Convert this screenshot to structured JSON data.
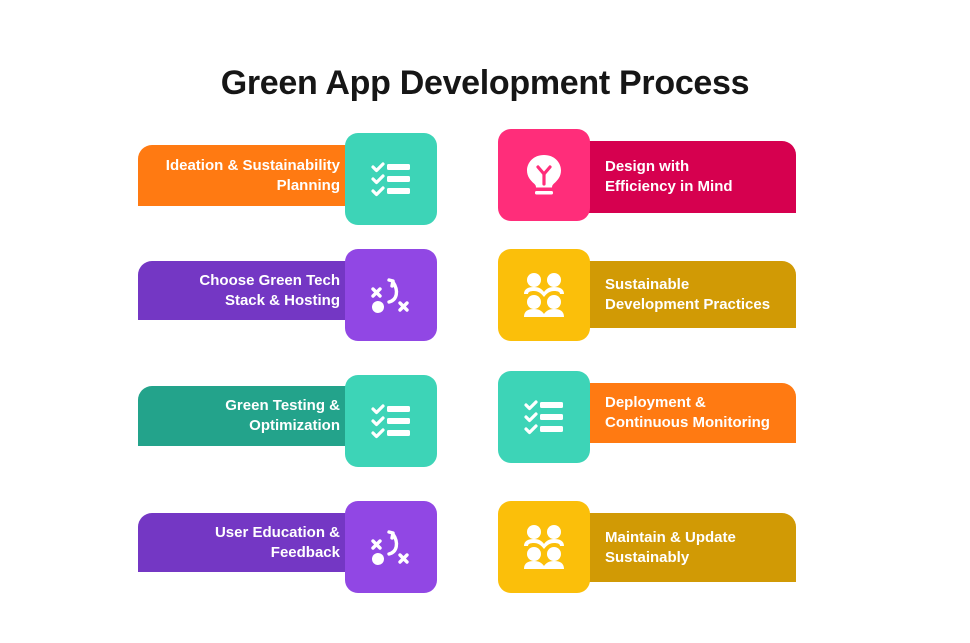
{
  "title": "Green App Development Process",
  "colors": {
    "orange": "#FF7A12",
    "teal_box": "#3DD4B7",
    "teal_bar": "#23A38B",
    "purple_box": "#9147E4",
    "purple_bar": "#7437C4",
    "pink_box": "#FF2D7A",
    "crimson_bar": "#D6004F",
    "yellow_box": "#FBBF0A",
    "mustard_bar": "#D19A05"
  },
  "steps": [
    {
      "line1": "Ideation & Sustainability",
      "line2": "Planning",
      "icon": "checklist-icon"
    },
    {
      "line1": "Design with",
      "line2": "Efficiency in Mind",
      "icon": "lightbulb-icon"
    },
    {
      "line1": "Choose Green Tech",
      "line2": "Stack & Hosting",
      "icon": "strategy-icon"
    },
    {
      "line1": "Sustainable",
      "line2": "Development Practices",
      "icon": "team-icon"
    },
    {
      "line1": "Green Testing &",
      "line2": "Optimization",
      "icon": "checklist-icon"
    },
    {
      "line1": "Deployment &",
      "line2": "Continuous Monitoring",
      "icon": "checklist-icon"
    },
    {
      "line1": "User Education &",
      "line2": "Feedback",
      "icon": "strategy-icon"
    },
    {
      "line1": "Maintain & Update",
      "line2": "Sustainably",
      "icon": "team-icon"
    }
  ]
}
